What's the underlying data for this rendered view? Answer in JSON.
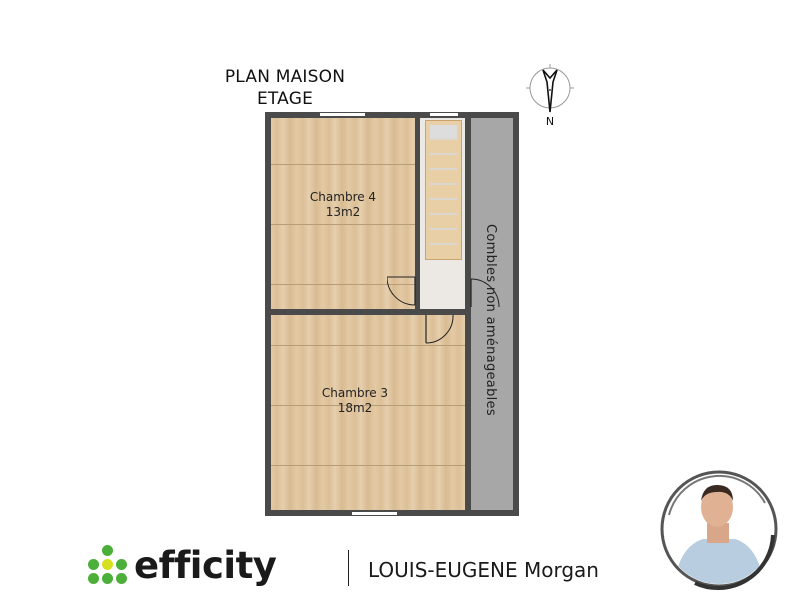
{
  "header": {
    "title_line1": "PLAN MAISON",
    "title_line2": "ETAGE"
  },
  "compass": {
    "icon": "north-arrow-icon",
    "label": "N"
  },
  "rooms": [
    {
      "name": "Chambre 4",
      "area": "13m2"
    },
    {
      "name": "Chambre 3",
      "area": "18m2"
    },
    {
      "name": "Combles non aménageables"
    }
  ],
  "colors": {
    "wood_floor": "#e3c9a4",
    "attic": "#a7a7a7",
    "wall": "#4a4a4a",
    "brand_green": "#4caf3a",
    "brand_yellow": "#d6e01f"
  },
  "footer": {
    "brand": "efficity",
    "agent_name": "LOUIS-EUGENE Morgan"
  }
}
